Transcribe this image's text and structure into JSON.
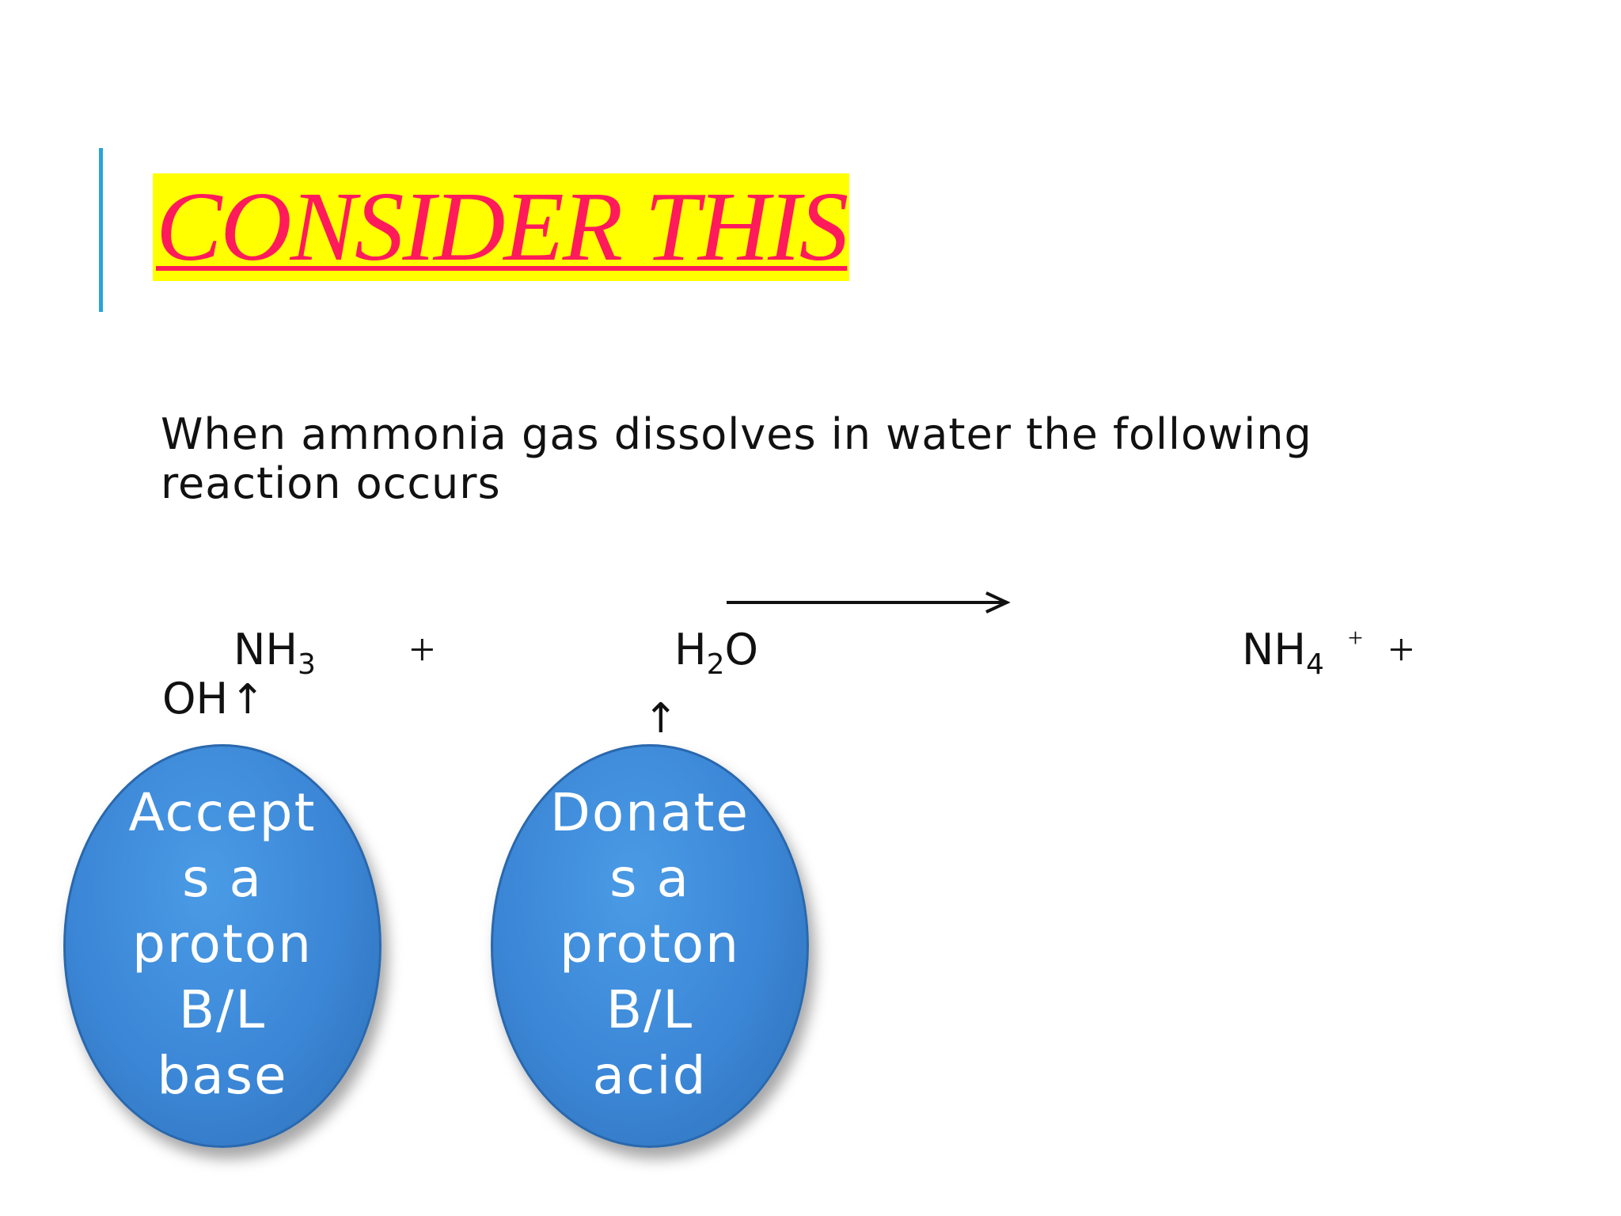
{
  "slide": {
    "title": "CONSIDER THIS",
    "intro": "When ammonia gas dissolves in water the following reaction occurs",
    "equation": {
      "reactant1": {
        "base": "NH",
        "sub": "3"
      },
      "plus1": "+",
      "reactant2": {
        "base1": "H",
        "sub": "2",
        "base2": "O"
      },
      "product1": {
        "base": "NH",
        "sub": "4",
        "sup": "+"
      },
      "plus2": "+",
      "product2": "OH",
      "arrow_glyph": "↑"
    },
    "bubbles": [
      {
        "lines": [
          "Accept",
          "s a",
          "proton",
          "B/L",
          "base"
        ]
      },
      {
        "lines": [
          "Donate",
          "s a",
          "proton",
          "B/L",
          "acid"
        ]
      }
    ],
    "colors": {
      "title_text": "#ff1a5c",
      "title_highlight": "#ffff00",
      "accent_bar": "#2aa3d8",
      "bubble_fill": "#3b86d6"
    }
  }
}
